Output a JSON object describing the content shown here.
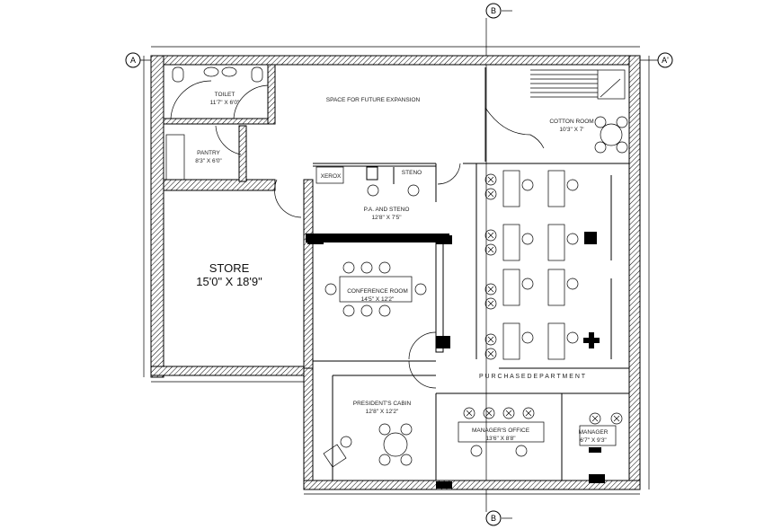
{
  "grid": {
    "axis_a": "A",
    "axis_a_prime": "A'",
    "axis_b": "B"
  },
  "rooms": {
    "toilet": {
      "name": "TOILET",
      "size": "11'7\" X 6'0\""
    },
    "future": {
      "name": "SPACE FOR FUTURE EXPANSION"
    },
    "pantry": {
      "name": "PANTRY",
      "size": "8'3\" X 6'0\""
    },
    "xerox": {
      "name": "XEROX"
    },
    "steno": {
      "name": "STENO"
    },
    "pa_steno": {
      "name": "P.A. AND STENO",
      "size": "12'8\" X 7'5\""
    },
    "cotton": {
      "name": "COTTON ROOM",
      "size": "10'3\" X 7'"
    },
    "store": {
      "name": "STORE",
      "size": "15'0\" X 18'9\""
    },
    "conference": {
      "name": "CONFERENCE ROOM",
      "size": "14'5\" X 12'2\""
    },
    "purchase": {
      "name": "P U R C H A S E   D E P A R T M E N T"
    },
    "president": {
      "name": "PRESIDENT'S CABIN",
      "size": "12'8\" X 12'2\""
    },
    "manager_office": {
      "name": "MANAGER'S OFFICE",
      "size": "13'6\" X 8'8\""
    },
    "manager": {
      "name": "MANAGER",
      "size": "6'7\" X 9'3\""
    }
  },
  "colors": {
    "line": "#000000",
    "label": "#222222"
  }
}
